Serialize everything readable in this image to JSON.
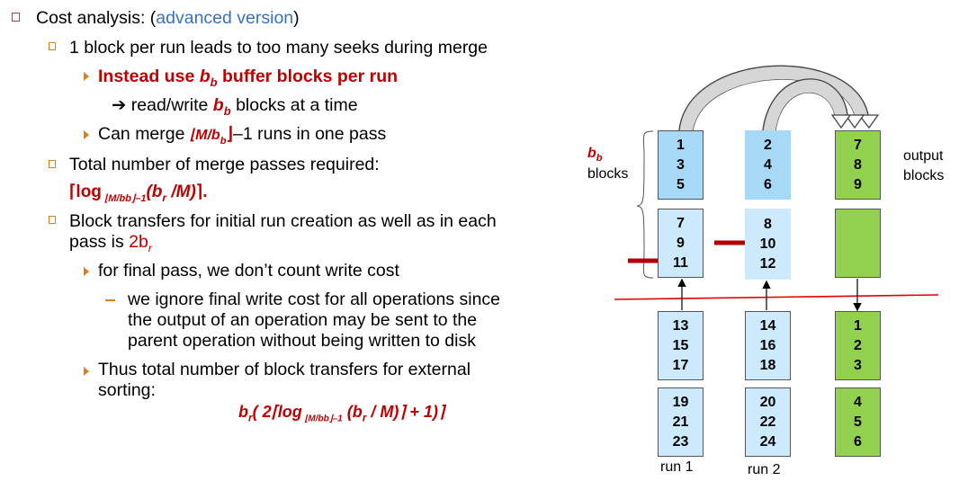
{
  "left": {
    "l1_a": "Cost analysis:  (",
    "l1_b": "advanced version",
    "l1_c": ")",
    "l2": "1  block per run leads to too many seeks during merge",
    "l3_a": "Instead use ",
    "l3_b": "b",
    "l3_sub": "b",
    "l3_c": " buffer blocks per run",
    "l4_arrow": "➔",
    "l4_a": " read/write ",
    "l4_b": "b",
    "l4_sub": "b",
    "l4_c": " blocks at a time",
    "l5_a": "Can merge ",
    "l5_b": "⌊M/b",
    "l5_sub": "b",
    "l5_c": "⌋",
    "l5_d": "–1 runs in one pass",
    "l6": "Total number of merge passes required:",
    "l7_a": "⌈log",
    "l7_sub": " ⌊M/bb⌋–1",
    "l7_b": "(b",
    "l7_sub2": "r",
    "l7_c": " /M)",
    "l7_d": "⌉.",
    "l8": "Block transfers for initial run creation as well as in each",
    "l9_a": "pass is ",
    "l9_b": "2b",
    "l9_sub": "r",
    "l10": "for final pass, we don’t count write cost",
    "l11": "we ignore final write cost for all operations since",
    "l12": "the output of an operation may be sent to the",
    "l13": "parent operation without being written to disk",
    "l14": "Thus total number of block transfers for external",
    "l15": "sorting:",
    "f_a": "b",
    "f_sub": "r",
    "f_b": "( 2⌈log",
    "f_sub2": " ⌊M/bb⌋–1",
    "f_c": " (b",
    "f_sub3": "r",
    "f_d": " / M)⌉ + 1)⌉"
  },
  "diagram": {
    "bb_label": "b",
    "bb_sub": "b",
    "blocks_label": "blocks",
    "output_label_1": "output",
    "output_label_2": "blocks",
    "run1_label": "run 1",
    "run2_label": "run 2",
    "buffers": {
      "r1_top": [
        "1",
        "3",
        "5"
      ],
      "r2_top": [
        "2",
        "4",
        "6"
      ],
      "out_top": [
        "7",
        "8",
        "9"
      ],
      "r1_mid": [
        "7",
        "9",
        "11"
      ],
      "r2_mid": [
        "8",
        "10",
        "12"
      ]
    },
    "disk": {
      "r1_a": [
        "13",
        "15",
        "17"
      ],
      "r2_a": [
        "14",
        "16",
        "18"
      ],
      "out_a": [
        "1",
        "2",
        "3"
      ],
      "r1_b": [
        "19",
        "21",
        "23"
      ],
      "r2_b": [
        "20",
        "22",
        "24"
      ],
      "out_b": [
        "4",
        "5",
        "6"
      ]
    },
    "colors": {
      "light_blue": "#a6d8f7",
      "pale_blue": "#cdeafc",
      "green": "#92d050",
      "red_line": "#e00000",
      "arrow_red": "#b00000"
    }
  }
}
